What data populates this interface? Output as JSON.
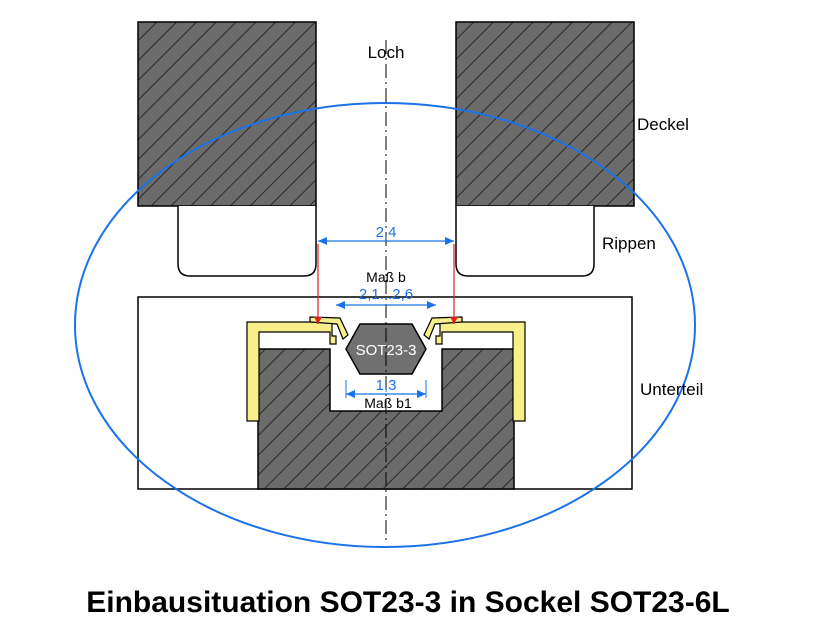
{
  "labels": {
    "hole": "Loch",
    "lid": "Deckel",
    "ribs": "Rippen",
    "base": "Unterteil",
    "chip": "SOT23-3",
    "dim_top": "2,4",
    "dim_b_name": "Maß b",
    "dim_b_value": "2,1...2,6",
    "dim_b1_value": "1,3",
    "dim_b1_name": "Maß b1"
  },
  "caption": "Einbausituation SOT23-3 in Sockel SOT23-6L",
  "colors": {
    "hatch_fill": "#6b6b6b",
    "hatch_line": "#2a2a2a",
    "contact_yellow": "#f7f08a",
    "chip_fill": "#707070",
    "dimension_blue": "#1a73e8",
    "pointer_red": "#e02020",
    "ellipse_blue": "#1a73e8"
  }
}
